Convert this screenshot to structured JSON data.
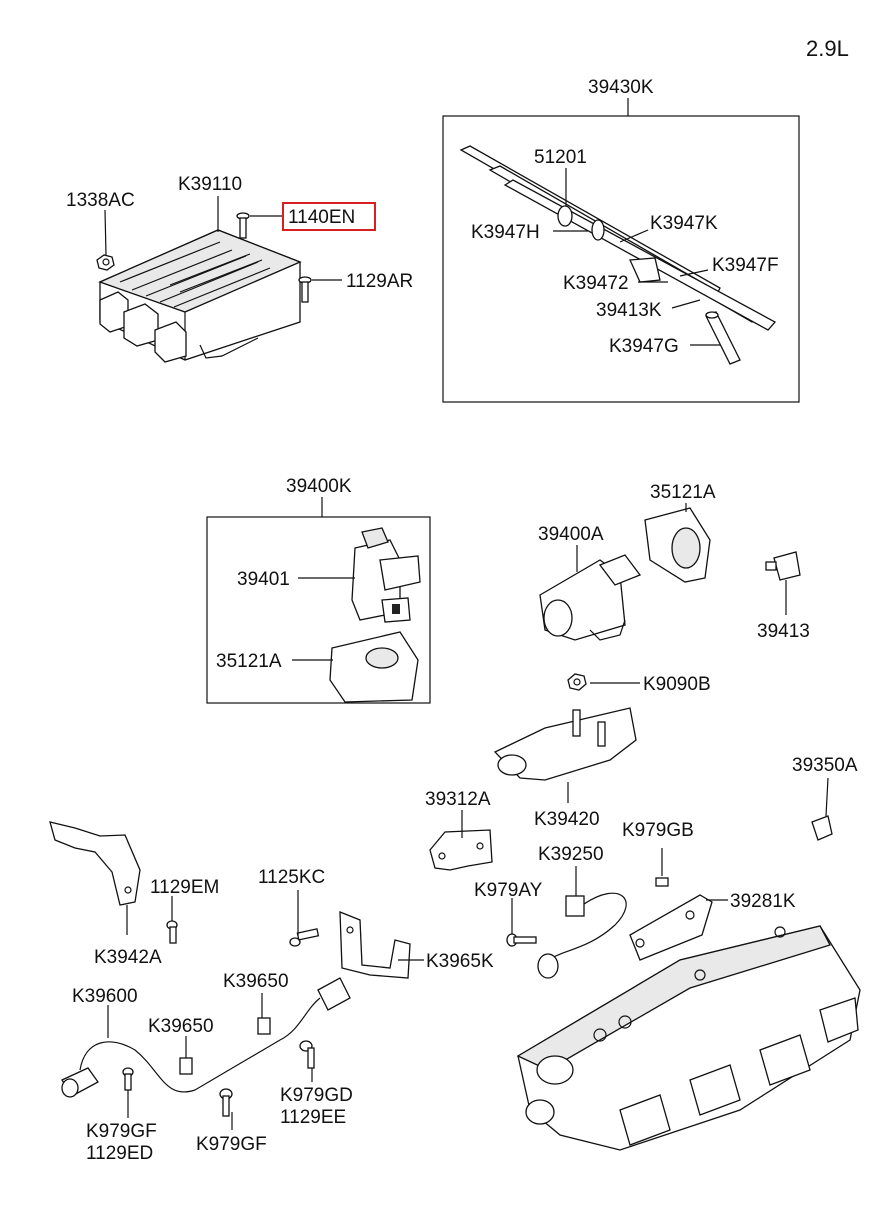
{
  "variant": "2.9L",
  "highlighted_part": "1140EN",
  "groups": {
    "ecu": {
      "parts": [
        "1338AC",
        "K39110",
        "1140EN",
        "1129AR"
      ]
    },
    "wiring_harness": {
      "code": "39430K",
      "parts": [
        "51201",
        "K3947H",
        "K3947K",
        "K3947F",
        "K39472",
        "39413K",
        "K3947G"
      ]
    },
    "solenoid_valve": {
      "code": "39400K",
      "parts": [
        "39401",
        "35121A"
      ]
    }
  },
  "labels": {
    "p1338AC": "1338AC",
    "pK39110": "K39110",
    "p1140EN": "1140EN",
    "p1129AR": "1129AR",
    "p39430K": "39430K",
    "p51201": "51201",
    "pK3947H": "K3947H",
    "pK3947K": "K3947K",
    "pK3947F": "K3947F",
    "pK39472": "K39472",
    "p39413K": "39413K",
    "pK3947G": "K3947G",
    "p39400K": "39400K",
    "p39401": "39401",
    "p35121A_box": "35121A",
    "p39400A": "39400A",
    "p35121A": "35121A",
    "p39413": "39413",
    "pK9090B": "K9090B",
    "p39350A": "39350A",
    "p39312A": "39312A",
    "pK39420": "K39420",
    "pK979GB": "K979GB",
    "pK39250": "K39250",
    "pK979AY": "K979AY",
    "p39281K": "39281K",
    "p1129EM": "1129EM",
    "p1125KC": "1125KC",
    "pK3942A": "K3942A",
    "pK3965K": "K3965K",
    "pK39650_top": "K39650",
    "pK39600": "K39600",
    "pK39650": "K39650",
    "pK979GD": "K979GD",
    "p1129EE": "1129EE",
    "pK979GF_left": "K979GF",
    "p1129ED": "1129ED",
    "pK979GF": "K979GF"
  }
}
